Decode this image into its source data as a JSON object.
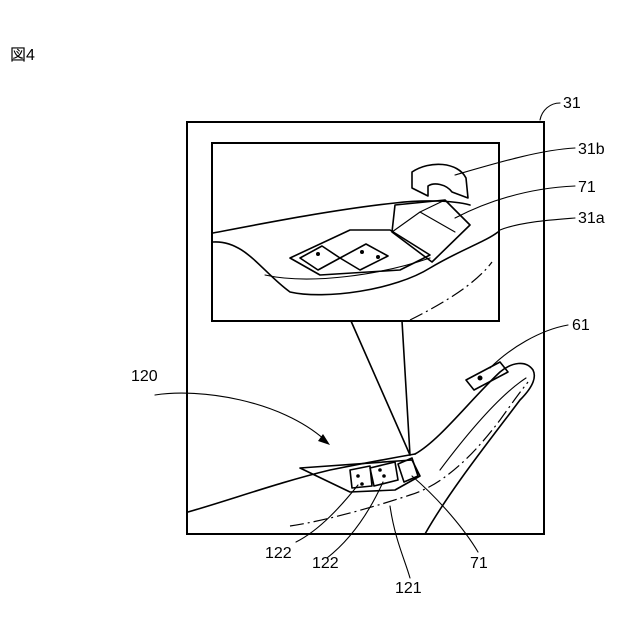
{
  "figure": {
    "title": "図4",
    "labels": {
      "l31": "31",
      "l31b": "31b",
      "l71_top": "71",
      "l31a": "31a",
      "l61": "61",
      "l120": "120",
      "l122_left": "122",
      "l122_right": "122",
      "l121": "121",
      "l71_bottom": "71"
    }
  }
}
